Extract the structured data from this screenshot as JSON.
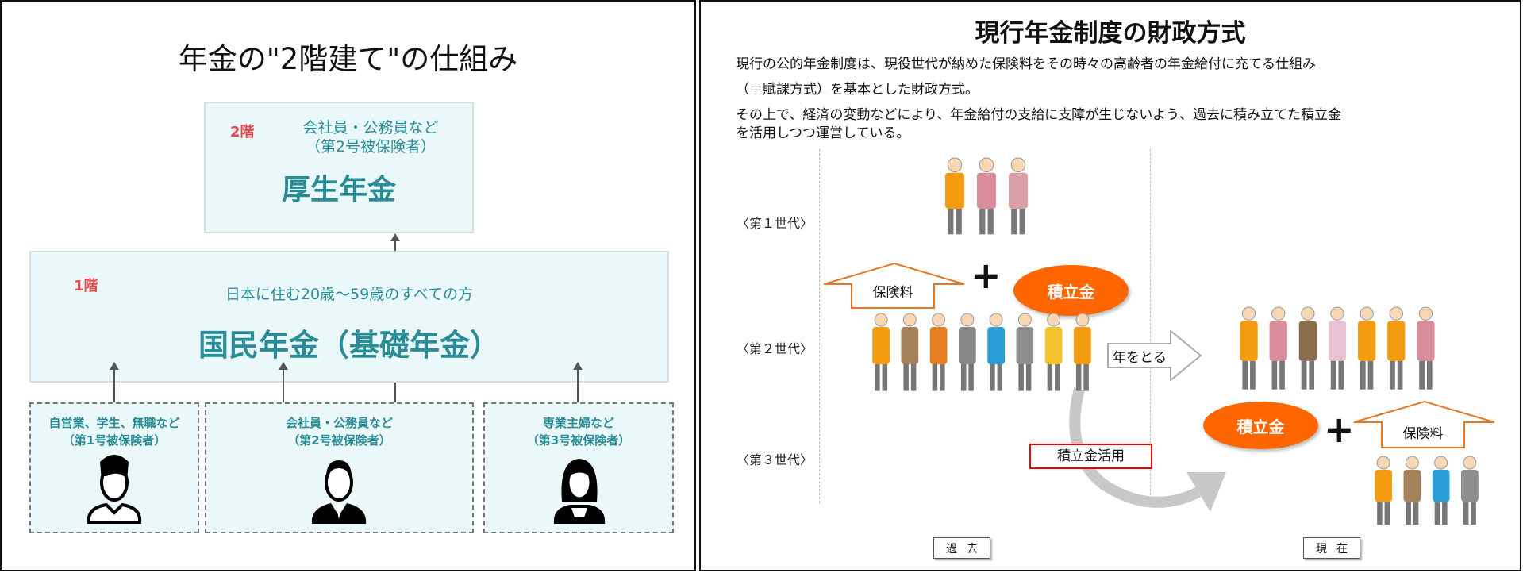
{
  "left": {
    "title": "年金の\"2階建て\"の仕組み",
    "floor2": {
      "badge": "2階",
      "line1": "会社員・公務員など",
      "line2": "（第2号被保険者）",
      "name": "厚生年金"
    },
    "floor1": {
      "badge": "1階",
      "line1": "日本に住む20歳〜59歳のすべての方",
      "name": "国民年金（基礎年金）"
    },
    "groups": [
      {
        "line1": "自営業、学生、無職など",
        "line2": "（第1号被保険者）",
        "icon": "person-icon"
      },
      {
        "line1": "会社員・公務員など",
        "line2": "（第2号被保険者）",
        "icon": "businessman-icon"
      },
      {
        "line1": "専業主婦など",
        "line2": "（第3号被保険者）",
        "icon": "woman-icon"
      }
    ]
  },
  "right": {
    "title": "現行年金制度の財政方式",
    "para": [
      "現行の公的年金制度は、現役世代が納めた保険料をその時々の高齢者の年金給付に充てる仕組み",
      "（＝賦課方式）を基本とした財政方式。",
      "その上で、経済の変動などにより、年金給付の支給に支障が生じないよう、過去に積み立てた積立金",
      "を活用しつつ運営している。"
    ],
    "generations": [
      "〈第１世代〉",
      "〈第２世代〉",
      "〈第３世代〉"
    ],
    "premium": "保険料",
    "reserve": "積立金",
    "plus": "+",
    "aging": "年をとる",
    "reserve_use": "積立金活用",
    "past": "過去",
    "present": "現在"
  }
}
